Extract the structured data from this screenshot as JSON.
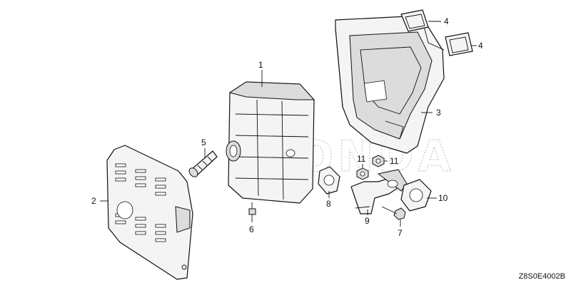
{
  "diagram": {
    "watermark": "HONDA",
    "code": "Z8S0E4002B",
    "callouts": {
      "p1": "1",
      "p2": "2",
      "p3": "3",
      "p4a": "4",
      "p4b": "4",
      "p5": "5",
      "p6": "6",
      "p7": "7",
      "p8": "8",
      "p9": "9",
      "p10": "10",
      "p11a": "11",
      "p11b": "11"
    }
  }
}
